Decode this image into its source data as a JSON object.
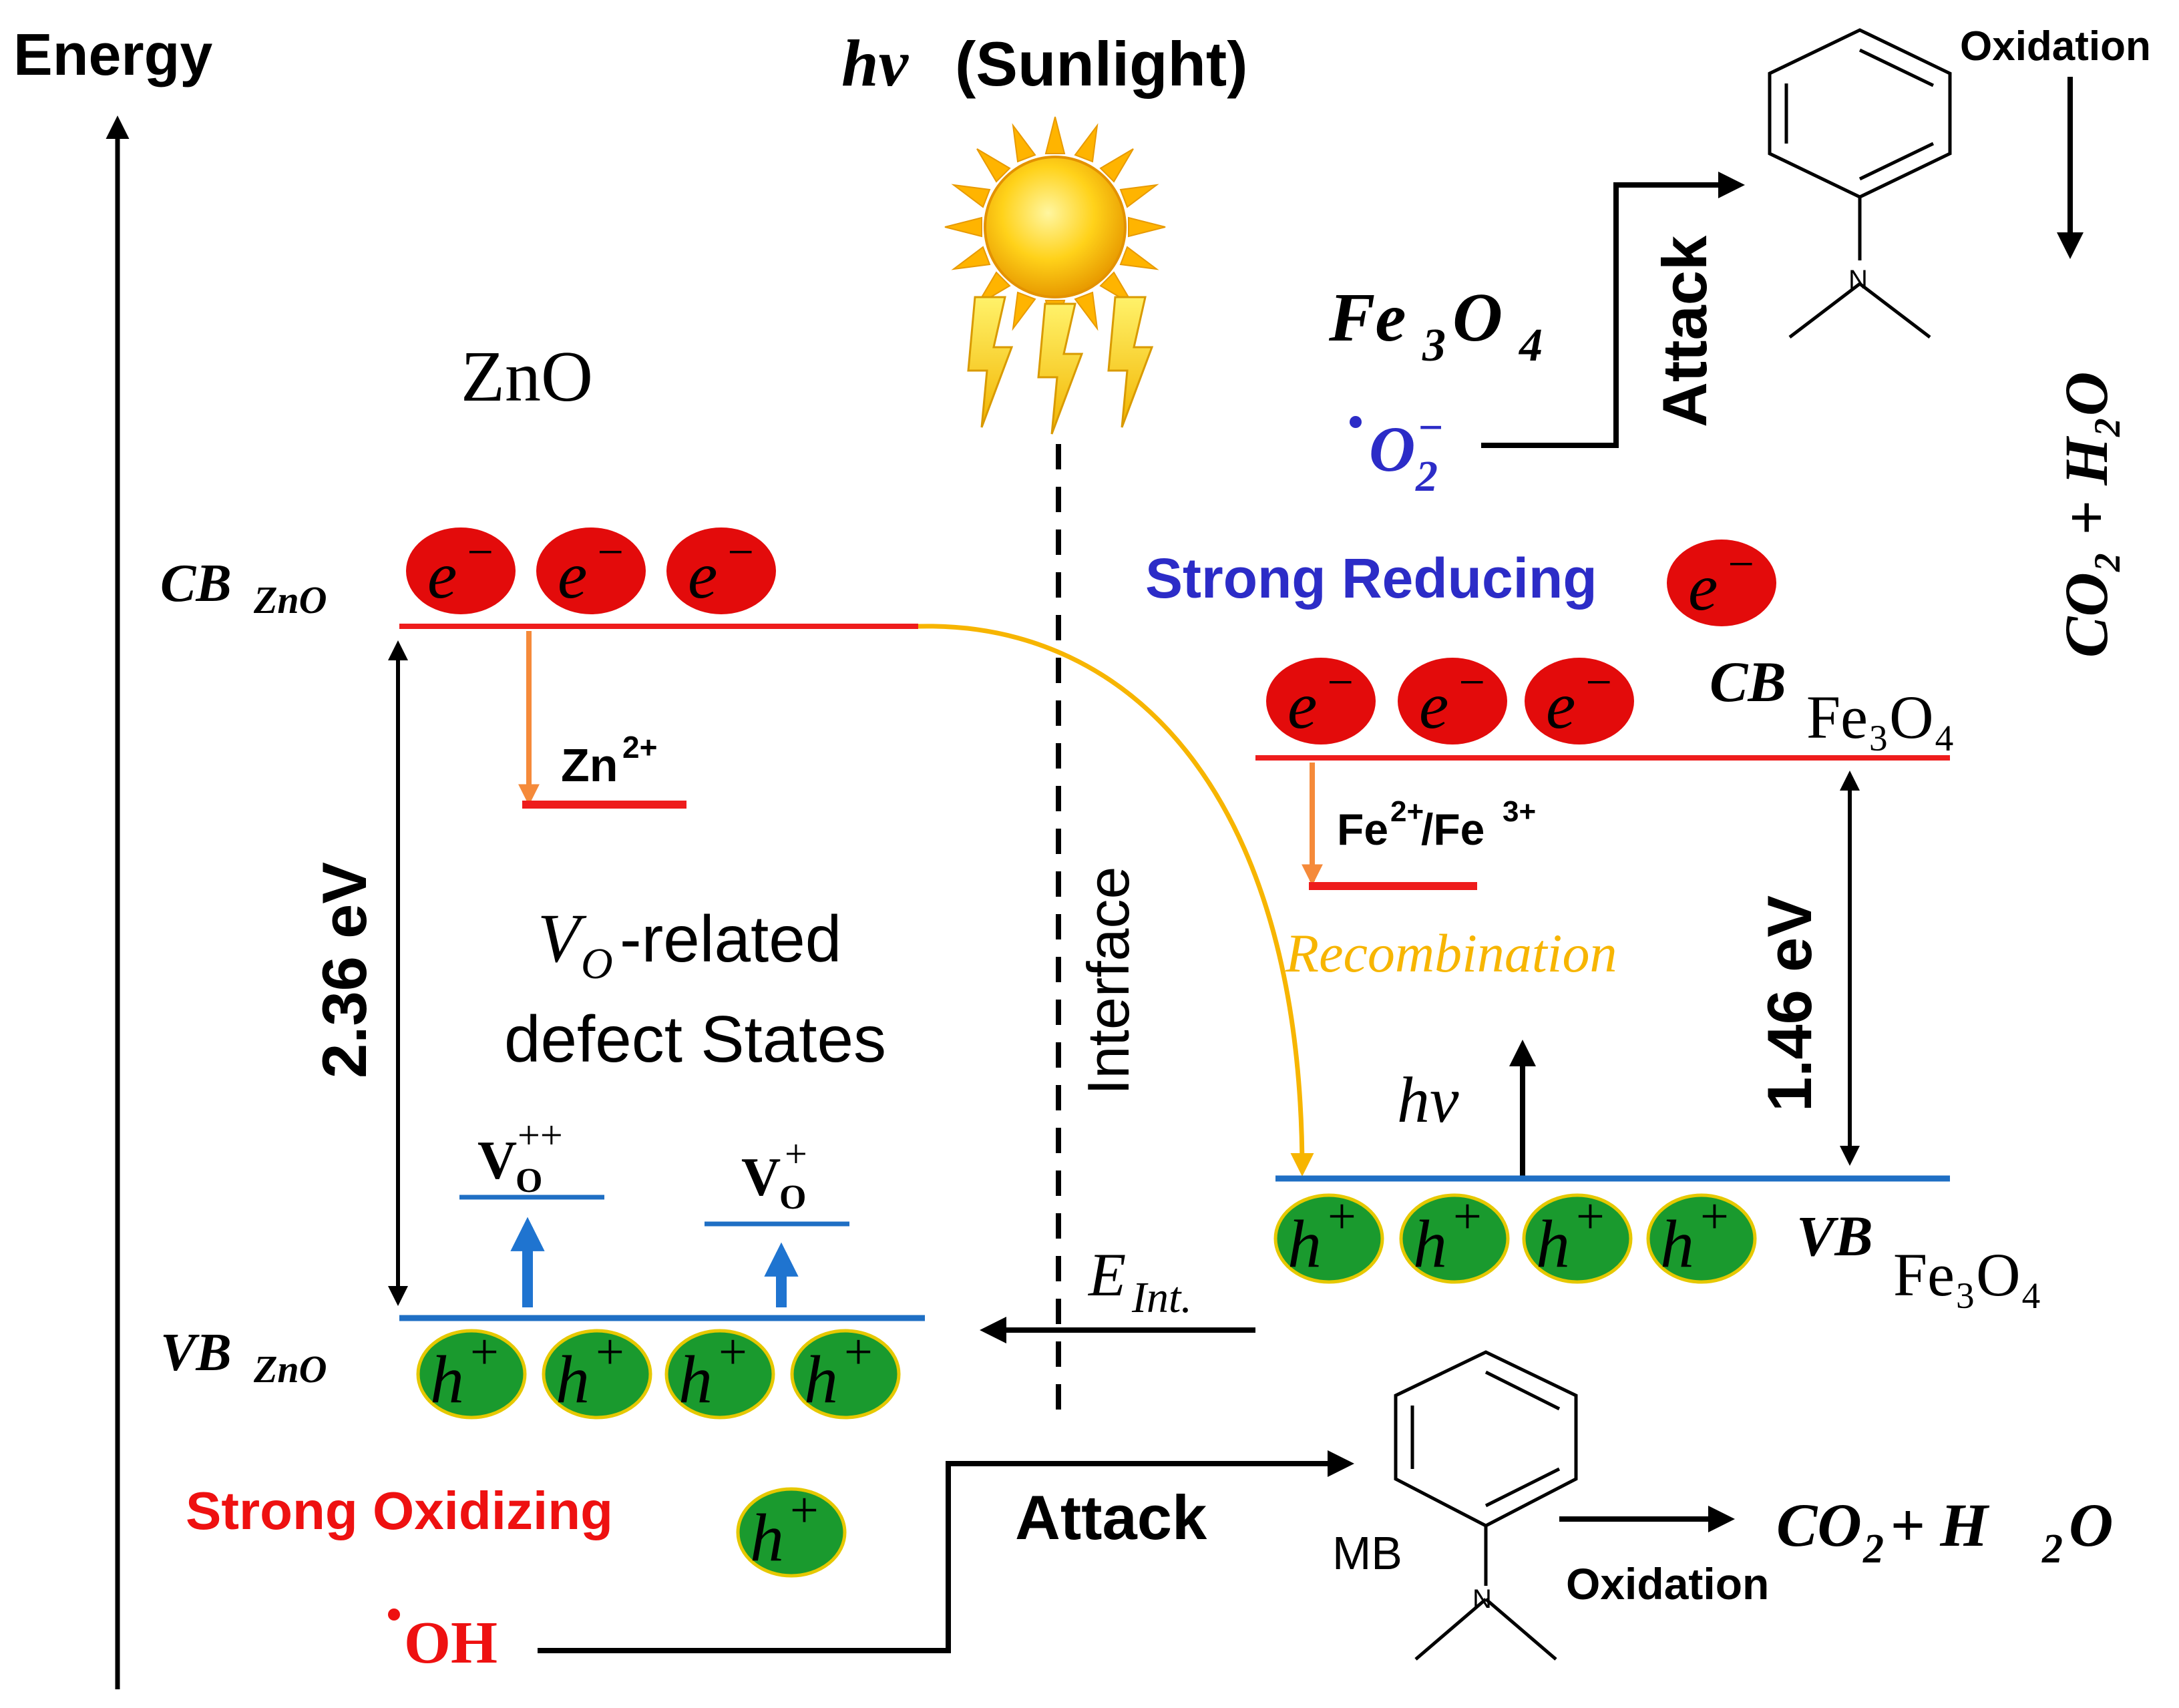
{
  "axis": {
    "label": "Energy"
  },
  "light": {
    "symbol": "hv",
    "source": "(Sunlight)"
  },
  "zno": {
    "name": "ZnO",
    "cb_main": "CB",
    "cb_sub": "ZnO",
    "vb_main": "VB",
    "vb_sub": "ZnO",
    "gap": "2.36 eV",
    "defect_level": "Zn",
    "defect_level_sup": "2+",
    "defect_title": "-related",
    "defect_title_v": "V",
    "defect_title_o": "O",
    "defect_states": "defect States",
    "vo_pp": "V",
    "vo_pp_sub": "O",
    "vo_pp_sup": "++",
    "vo_p": "V",
    "vo_p_sub": "O",
    "vo_p_sup": "+"
  },
  "fe3o4": {
    "name": "Fe",
    "name_sub1": "3",
    "name_o": "O",
    "name_sub2": "4",
    "cb_main": "CB",
    "cb_sub": "Fe₃O₄",
    "vb_main": "VB",
    "vb_sub": "Fe₃O₄",
    "gap": "1.46 eV",
    "defect_level": "Fe",
    "defect_level_sup1": "2+",
    "defect_level_mid": "/Fe",
    "defect_level_sup2": "3+",
    "hv": "hv"
  },
  "carriers": {
    "electron": "e",
    "electron_sup": "−",
    "hole": "h",
    "hole_sup": "+"
  },
  "labels": {
    "strong_reducing": "Strong Reducing",
    "strong_oxidizing": "Strong Oxidizing",
    "recombination": "Recombination",
    "interface": "Interface",
    "e_int": "E",
    "e_int_sub": "Int.",
    "superoxide": "O",
    "superoxide_sub": "2",
    "superoxide_sup": "−",
    "hydroxyl": "OH",
    "attack_top": "Attack",
    "attack_bottom": "Attack",
    "oxidation_top": "Oxidation",
    "oxidation_bottom": "Oxidation",
    "mb": "MB",
    "product_top": "CO₂ + H₂O",
    "product_bottom_co": "CO",
    "product_bottom_2": "2",
    "product_bottom_plus": " + H",
    "product_bottom_o": "O"
  },
  "colors": {
    "cb_line": "#ee1c1c",
    "vb_line": "#1f6fc4",
    "electron": "#e30b0b",
    "hole": "#1a9a2e",
    "hole_border": "#e6c800",
    "defect_arrow": "#f58a3a",
    "vo_arrow": "#1f74d0",
    "recombination": "#f7b500",
    "reducing_text": "#2c2cc7",
    "oxidizing_text": "#ee1111",
    "superoxide_text": "#2c2cc7",
    "hydroxyl_text": "#ee1111"
  }
}
